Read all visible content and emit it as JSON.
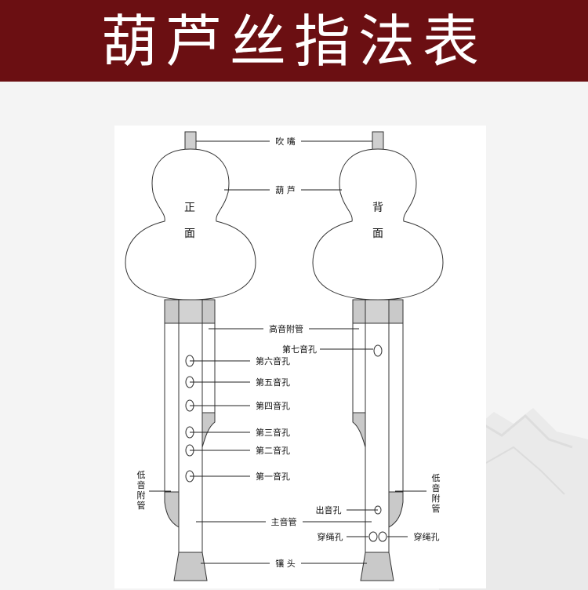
{
  "title": "葫芦丝指法表",
  "colors": {
    "header_bg": "#6b0f12",
    "pipe_gray": "#c9c9c9",
    "stroke": "#333333"
  },
  "faces": {
    "front": [
      "正",
      "面"
    ],
    "back": [
      "背",
      "面"
    ]
  },
  "labels": {
    "mouthpiece": "吹 嘴",
    "gourd": "葫 芦",
    "high_pipe": "高音附管",
    "hole7": "第七音孔",
    "hole6": "第六音孔",
    "hole5": "第五音孔",
    "hole4": "第四音孔",
    "hole3": "第三音孔",
    "hole2": "第二音孔",
    "hole1": "第一音孔",
    "low_pipe_left": [
      "低",
      "音",
      "附",
      "管"
    ],
    "low_pipe_right": [
      "低",
      "音",
      "附",
      "管"
    ],
    "sound_hole": "出音孔",
    "main_pipe": "主音管",
    "rope_hole_left": "穿绳孔",
    "rope_hole_right": "穿绳孔",
    "ferrule": "镶 头"
  }
}
